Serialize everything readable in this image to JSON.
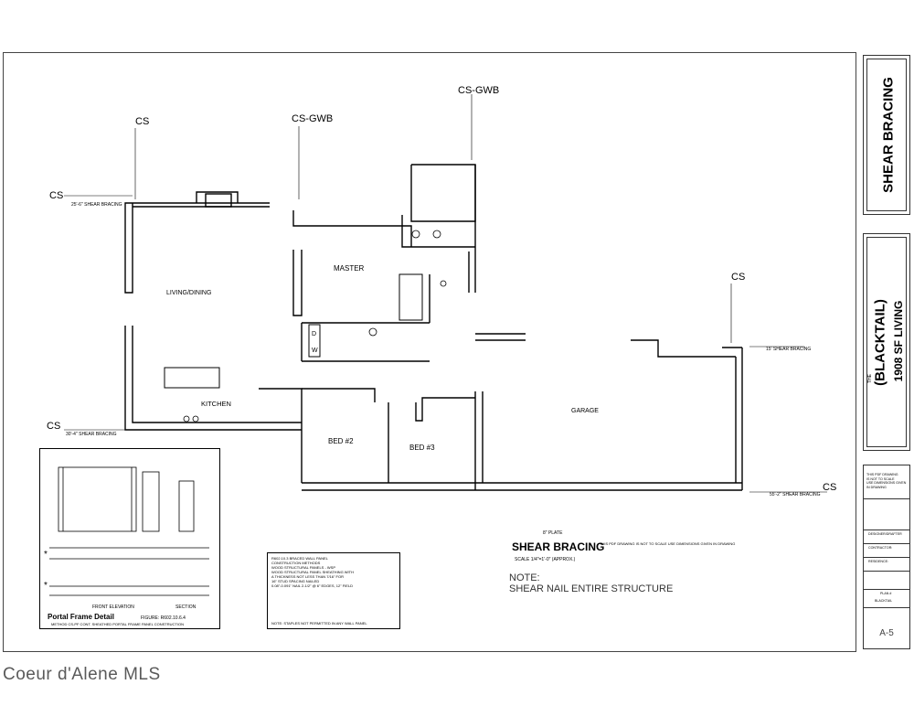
{
  "title_block": {
    "sheet_title": "SHEAR BRACING",
    "plan_name": "(BLACKTAIL)",
    "plan_prefix": "THE",
    "plan_size": "1908 SF LIVING",
    "notes_small": [
      "THIS PDF DRAWING",
      "IS NOT TO SCALE",
      "USE DIMENSIONS GIVEN",
      "IN DRAWING"
    ],
    "fields": [
      "DESIGNER/DRAFTER",
      "CONTRACTOR:",
      "RESIDENCE:",
      "PLAN #",
      "BLACKTAIL"
    ],
    "sheet_number": "A-5"
  },
  "plan": {
    "rooms": {
      "living_dining": "LIVING/DINING",
      "master": "MASTER",
      "kitchen": "KITCHEN",
      "bed2": "BED #2",
      "bed3": "BED #3",
      "garage": "GARAGE",
      "dryer": "D",
      "washer": "W"
    },
    "callouts": {
      "cs_left_top": "CS",
      "cs_far_left": "CS",
      "cs_gwb_1": "CS-GWB",
      "cs_gwb_2": "CS-GWB",
      "cs_right": "CS",
      "cs_bottom_left": "CS",
      "cs_bottom_right": "CS",
      "shear_1": "25'-6\" SHEAR BRACING",
      "shear_2": "15' SHEAR BRACING",
      "shear_3": "55'-2\" SHEAR BRACING",
      "shear_4": "30'-4\" SHEAR BRACING"
    }
  },
  "legend": {
    "heading": "SHEAR BRACING",
    "plate": "8\" PLATE",
    "scale": "SCALE 1/4\"=1'-0\" (APPROX.)",
    "scale_note": "THIS PDF DRAWING IS NOT TO SCALE USE DIMENSIONS GIVEN IN DRAWING",
    "note_label": "NOTE:",
    "note_text": "SHEAR NAIL ENTIRE STRUCTURE"
  },
  "portal_detail": {
    "title": "Portal Frame Detail",
    "figure": "FIGURE: R602.10.6.4",
    "subtitle": "METHOD CS-PF CONT. SHEATHED PORTAL FRAME PANEL CONSTRUCTION",
    "front": "FRONT ELEVATION",
    "section": "SECTION"
  },
  "wall_note": {
    "lines": [
      "R602.10.3 BRACED WALL PANEL",
      "CONSTRUCTION METHODS",
      "WOOD STRUCTURAL PANELS - WSP",
      "WOOD STRUCTURAL PANEL SHEATHING WITH",
      "A THICKNESS NOT LESS THAN 7/16\" FOR",
      "16\" STUD SPACING NAILED",
      "0.08\"-0.091\" NAIL 2-1/2\" @ 6\" EDGES, 12\" FIELD"
    ],
    "footer": "NOTE: STAPLES NOT PERMITTED IN ANY WALL PANEL"
  },
  "watermark": "Coeur d'Alene MLS"
}
